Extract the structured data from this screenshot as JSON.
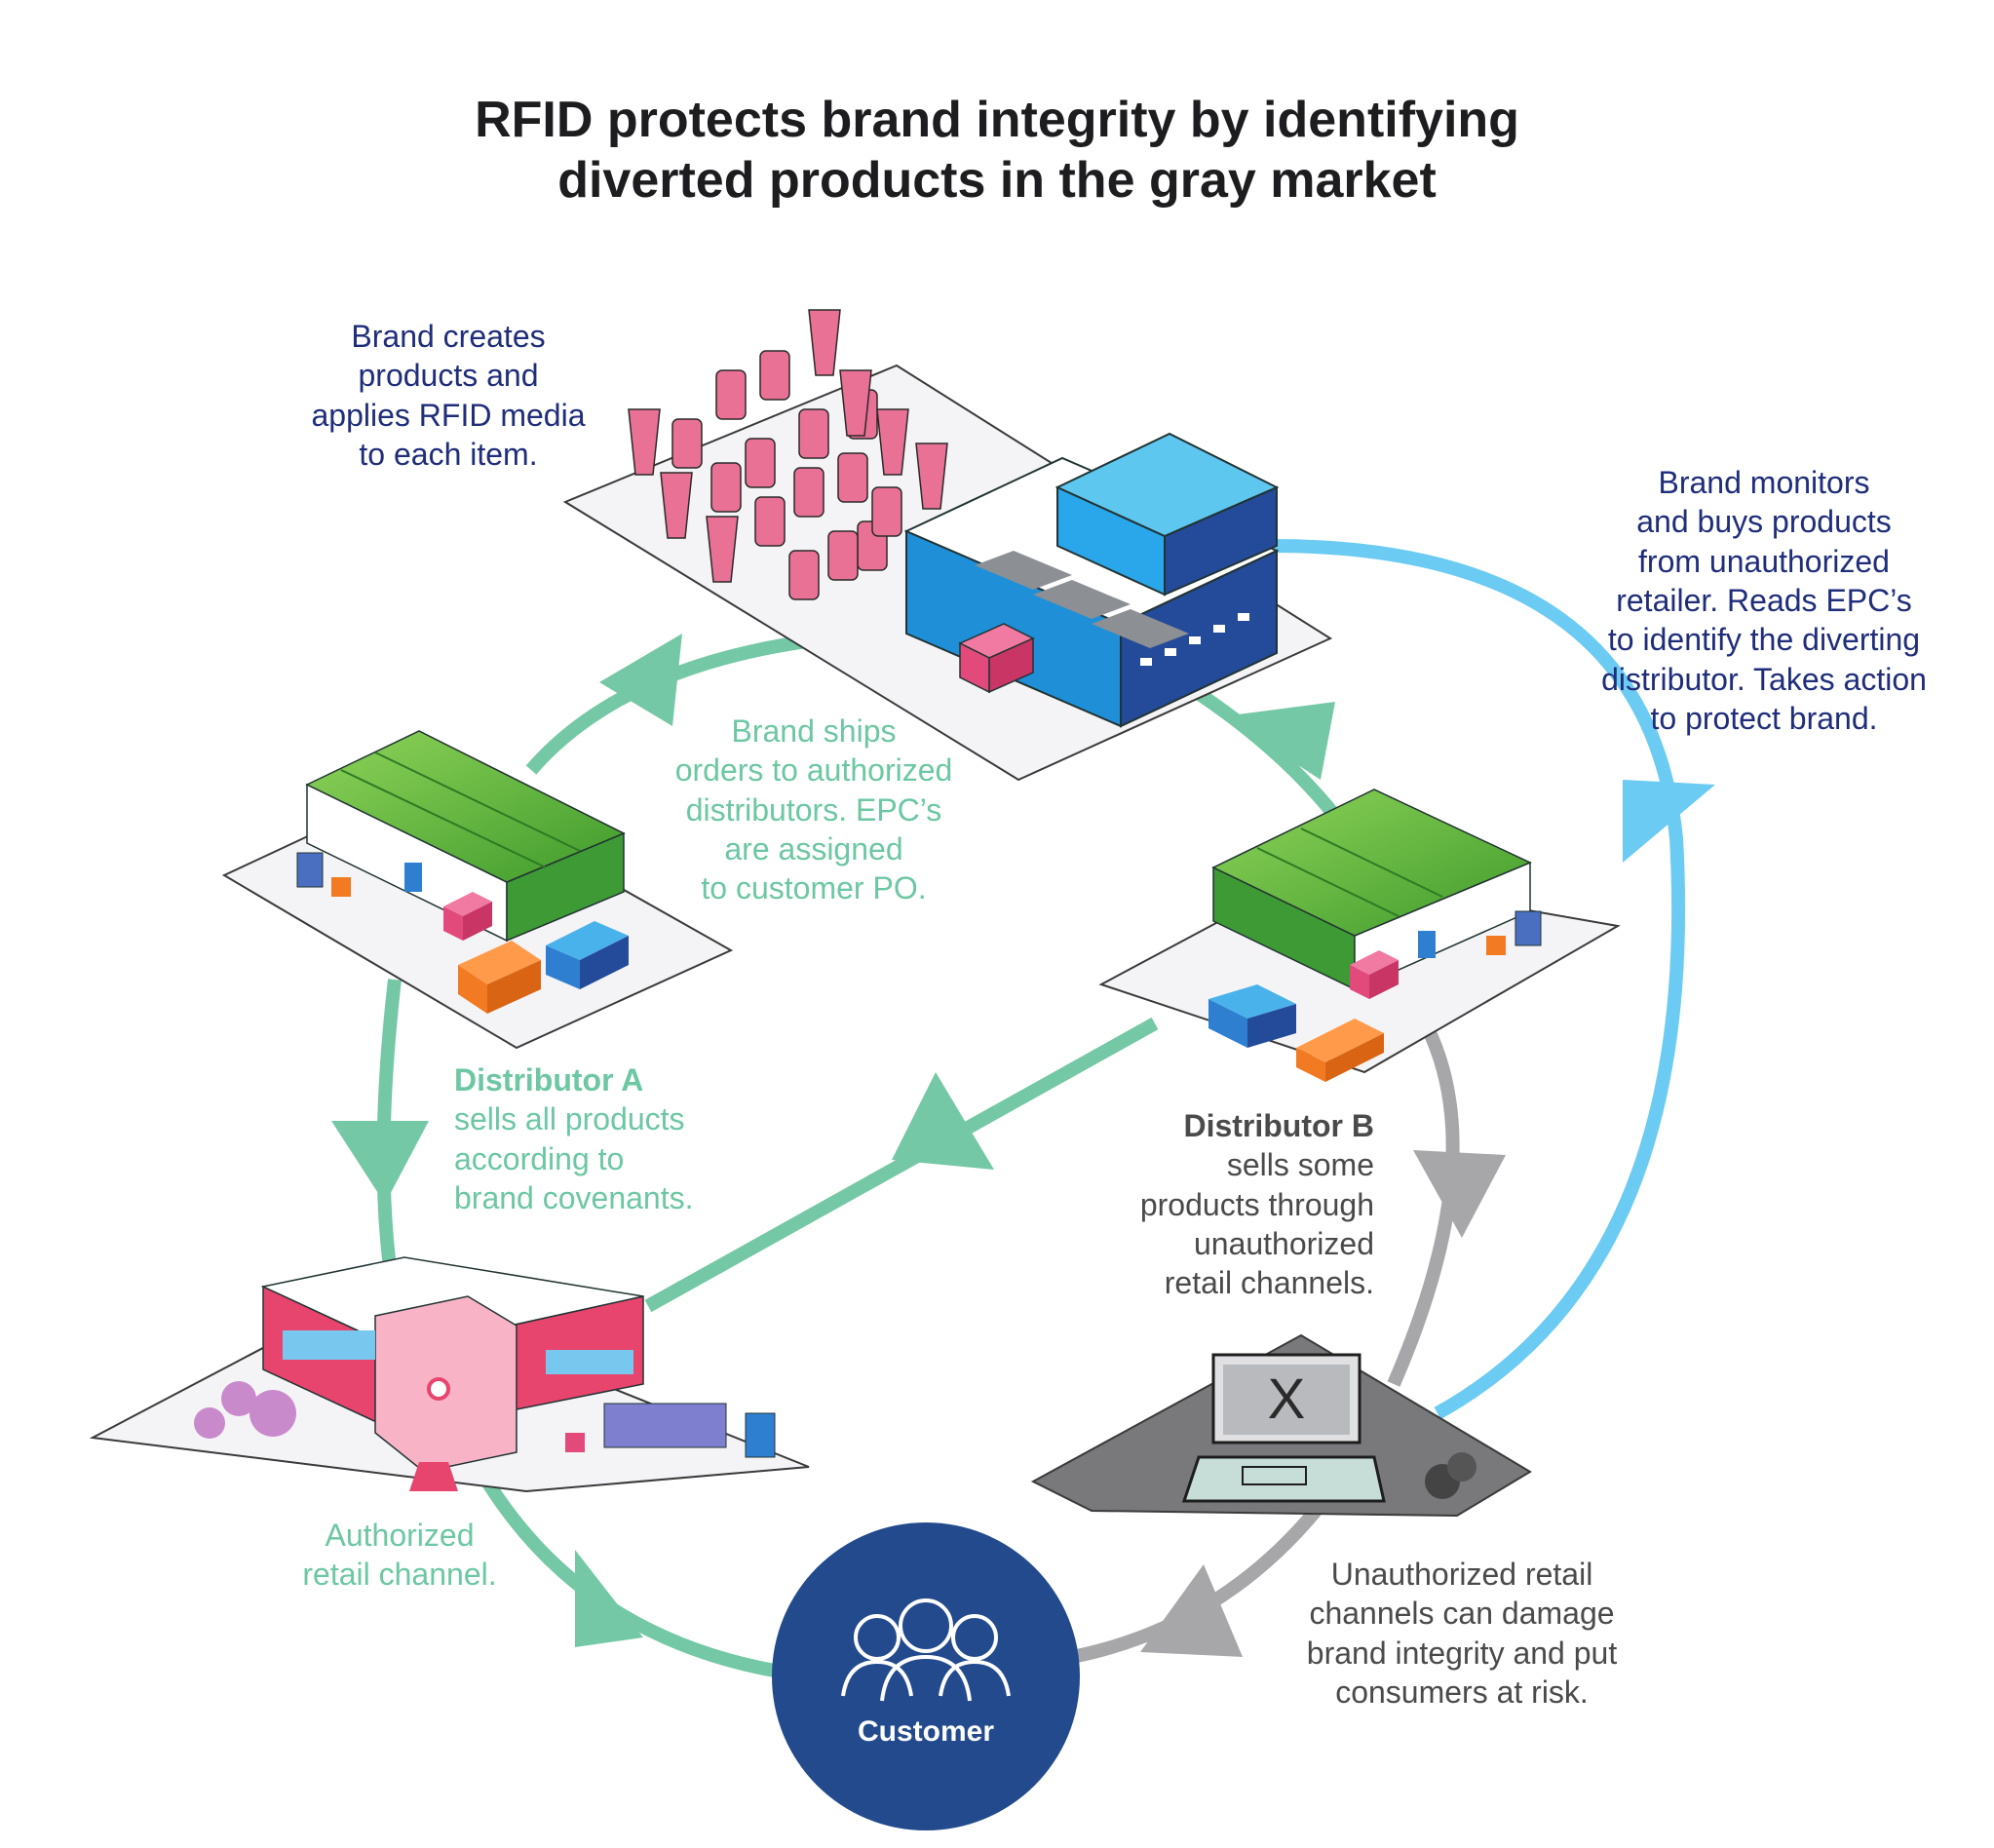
{
  "title": {
    "line1": "RFID protects brand integrity by identifying",
    "line2": "diverted products in the gray market"
  },
  "brand_creates": {
    "lines": [
      "Brand creates",
      "products and",
      "applies RFID media",
      "to each item."
    ]
  },
  "brand_ships": {
    "lines": [
      "Brand ships",
      "orders to authorized",
      "distributors. EPC’s",
      "are assigned",
      "to customer PO."
    ]
  },
  "brand_monitors": {
    "lines": [
      "Brand monitors",
      "and buys products",
      "from unauthorized",
      "retailer. Reads EPC’s",
      "to identify the diverting",
      "distributor. Takes action",
      "to protect brand."
    ]
  },
  "distributor_a": {
    "name": "Distributor A",
    "lines": [
      "sells all products",
      "according to",
      "brand covenants."
    ]
  },
  "distributor_b": {
    "name": "Distributor B",
    "lines": [
      "sells some",
      "products through",
      "unauthorized",
      "retail channels."
    ]
  },
  "authorized": {
    "lines": [
      "Authorized",
      "retail channel."
    ]
  },
  "unauthorized": {
    "lines": [
      "Unauthorized retail",
      "channels can damage",
      "brand integrity and put",
      "consumers at risk."
    ]
  },
  "laptop_mark": "X",
  "customer": {
    "label": "Customer"
  },
  "colors": {
    "green_flow": "#75c8a5",
    "blue_flow": "#6ccbf2",
    "gray_flow": "#a7a7a9",
    "navy_text": "#1f2d7a",
    "customer_circle": "#234a8c",
    "roof_green": "#5cb83a",
    "factory_blue": "#1f8fd8",
    "product_pink": "#e96a8e"
  },
  "icons": [
    "factory-icon",
    "product-bottles",
    "warehouse-a-icon",
    "warehouse-b-icon",
    "retail-store-icon",
    "laptop-x-icon",
    "customer-group-icon"
  ]
}
